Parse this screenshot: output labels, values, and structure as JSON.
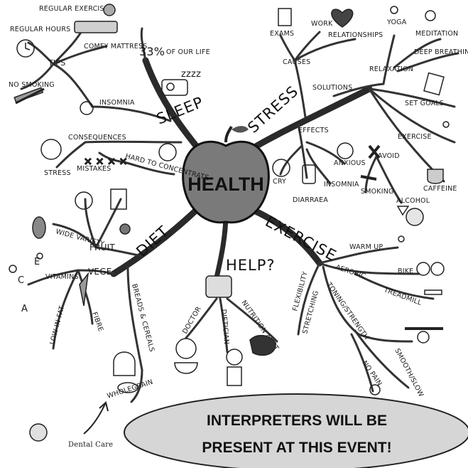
{
  "center": {
    "label": "HEALTH"
  },
  "branches": {
    "sleep": "SLEEP",
    "stress": "STRESS",
    "exercise": "EXERCISE",
    "diet": "DIET",
    "help": "HELP?"
  },
  "sleep": {
    "percent": "33%",
    "percent_note": "OF OUR LIFE",
    "snore": "zzzz",
    "insomnia": "INSOMNIA",
    "tips": "TIPS",
    "regular_hours": "REGULAR HOURS",
    "regular_exercise": "REGULAR EXERCISE",
    "comfy_mattress": "COMFY MATTRESS",
    "no_smoking": "NO SMOKING",
    "consequences": "CONSEQUENCES",
    "stress": "STRESS",
    "mistakes": "MISTAKES",
    "hard_to_concentrate": "HARD TO CONCENTRATE"
  },
  "stress": {
    "causes": "CAUSES",
    "exams": "EXAMS",
    "work": "WORK",
    "relationships": "RELATIONSHIPS",
    "solutions": "SOLUTIONS",
    "relaxation": "RELAXATION",
    "yoga": "YOGA",
    "meditation": "MEDITATION",
    "deep_breathing": "DEEP BREATHING",
    "set_goals": "SET GOALS",
    "exercise": "EXERCISE",
    "avoid": "AVOID",
    "smoking": "SMOKING",
    "alcohol": "ALCOHOL",
    "caffeine": "CAFFEINE",
    "effects": "EFFECTS",
    "cry": "CRY",
    "diarraea": "DIARRAEA",
    "insomnia": "INSOMNIA",
    "anxious": "ANXIOUS"
  },
  "exercise": {
    "warm_up": "WARM UP",
    "aerobic": "AEROBIC",
    "bike": "BIKE",
    "treadmill": "TREADMILL",
    "flexibility": "FLEXIBILITY",
    "stretching": "STRETCHING",
    "toning_strength": "TONING/STRENGTH",
    "no_pain": "NO PAIN",
    "smooth_slow": "SMOOTH/SLOW"
  },
  "diet": {
    "fruit": "FRUIT",
    "wide_variety": "WIDE VARIETY",
    "vege": "VEGE",
    "vitamins": "VITAMINS",
    "vitamin_letters": [
      "E",
      "C",
      "A"
    ],
    "fibre": "FIBRE",
    "low_in_fat": "LOW IN FAT",
    "breads_cereals": "BREADS & CEREALS",
    "wholegrain": "WHOLEGRAIN"
  },
  "help": {
    "doctor": "DOCTOR",
    "dietician": "DIETICIAN",
    "nutrition_aust": "NUTRITION AUST"
  },
  "footer": {
    "dental_care": "Dental Care",
    "banner_line1": "INTERPRETERS WILL BE",
    "banner_line2": "PRESENT AT THIS EVENT!"
  }
}
